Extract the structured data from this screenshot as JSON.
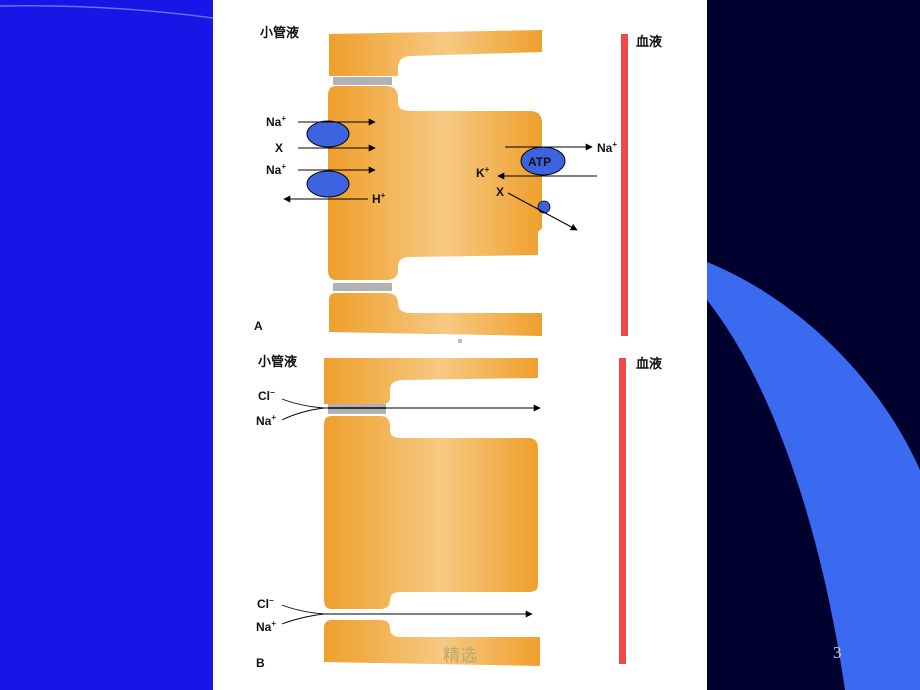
{
  "slide": {
    "footer_label": "精选",
    "page_number": "3",
    "colors": {
      "background": "#1616e6",
      "cell": "#ef9f2c",
      "cell_highlight": "#f6c983",
      "carrier": "#3e63e0",
      "blood_line": "#f04848",
      "deco_dark": "#000030",
      "deco_light": "#3a6af0"
    }
  },
  "panel_a": {
    "letter": "A",
    "lumen_label": "小管液",
    "blood_label": "血液",
    "ions": {
      "na1": "Na",
      "x1": "X",
      "na2": "Na",
      "h": "H",
      "na_out": "Na",
      "k": "K",
      "x2": "X",
      "plus": "+"
    },
    "pump_label": "ATP"
  },
  "panel_b": {
    "letter": "B",
    "lumen_label": "小管液",
    "blood_label": "血液",
    "ions": {
      "cl_top": "Cl",
      "na_top": "Na",
      "cl_bottom": "Cl",
      "na_bottom": "Na",
      "minus": "−",
      "plus": "+"
    }
  }
}
